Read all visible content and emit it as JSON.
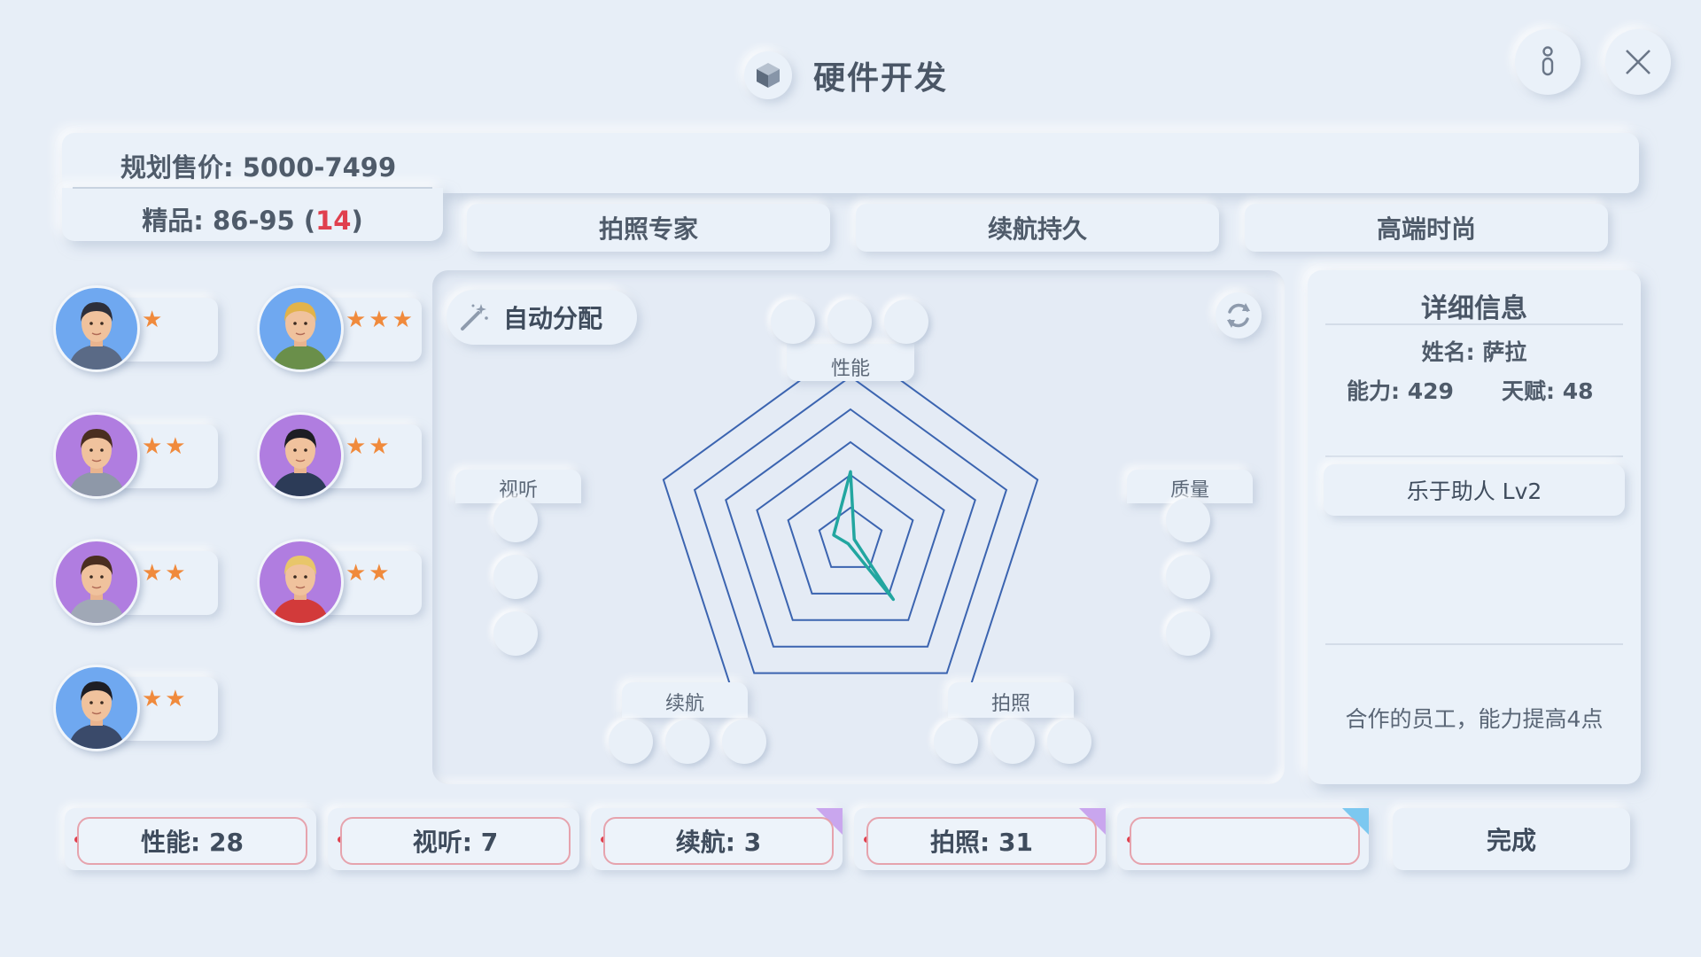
{
  "header": {
    "title": "硬件开发"
  },
  "planning": {
    "price_label": "规划售价: 5000-7499",
    "quality_prefix": "精品: 86-95 (",
    "quality_highlight": "14",
    "quality_suffix": ")"
  },
  "tabs": [
    {
      "label": "拍照专家"
    },
    {
      "label": "续航持久"
    },
    {
      "label": "高端时尚"
    }
  ],
  "employees": [
    {
      "stars": "★",
      "stars_count": 1,
      "avatar_bg": "#6fa8f0"
    },
    {
      "stars": "★★★",
      "stars_count": 3,
      "avatar_bg": "#6fa8f0"
    },
    {
      "stars": "★★",
      "stars_count": 2,
      "avatar_bg": "#b07de0"
    },
    {
      "stars": "★★",
      "stars_count": 2,
      "avatar_bg": "#b07de0"
    },
    {
      "stars": "★★",
      "stars_count": 2,
      "avatar_bg": "#b07de0"
    },
    {
      "stars": "★★",
      "stars_count": 2,
      "avatar_bg": "#b07de0"
    },
    {
      "stars": "★★",
      "stars_count": 2,
      "avatar_bg": "#6fa8f0"
    }
  ],
  "board": {
    "auto_assign_label": "自动分配",
    "axes": {
      "performance": "性能",
      "audiovisual": "视听",
      "quality": "质量",
      "battery": "续航",
      "camera": "拍照"
    }
  },
  "chart_data": {
    "type": "radar",
    "axes": [
      "性能",
      "质量",
      "拍照",
      "续航",
      "视听"
    ],
    "values": [
      0.35,
      0.02,
      0.37,
      0.02,
      0.09
    ],
    "rings": 6,
    "color_grid": "#3b64b0",
    "color_series": "#22a6a0"
  },
  "detail": {
    "title": "详细信息",
    "name": "姓名: 萨拉",
    "ability": "能力: 429",
    "talent": "天赋: 48",
    "trait": "乐于助人  Lv2",
    "trait_desc": "合作的员工，能力提高4点"
  },
  "stats": [
    {
      "label": "性能: 28"
    },
    {
      "label": "视听: 7"
    },
    {
      "label": "续航: 3"
    },
    {
      "label": "拍照: 31"
    },
    {
      "label": ""
    }
  ],
  "done_label": "完成",
  "colors": {
    "background": "#e7eef7",
    "accent_red": "#e0404e",
    "star": "#f08a3c",
    "corner_purple": "#c9a6ee",
    "corner_blue": "#7cc8f0"
  }
}
